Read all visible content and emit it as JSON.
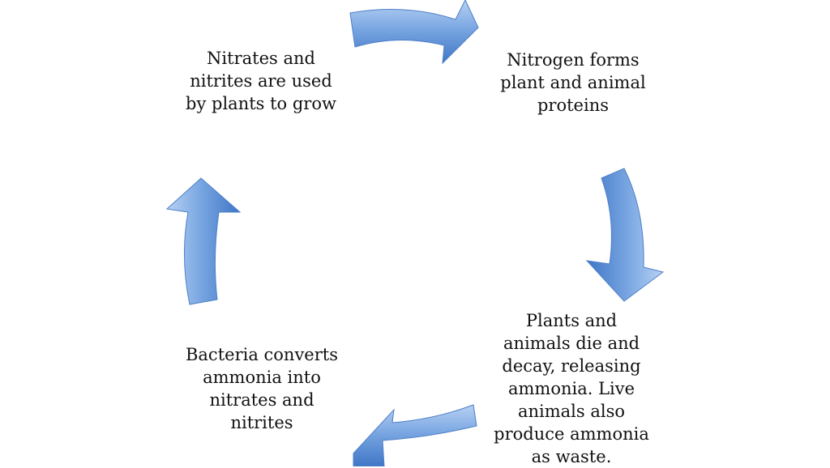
{
  "diagram": {
    "nodes": [
      {
        "id": "top-left",
        "text": "Nitrates and\nnitrites are used\nby plants to grow"
      },
      {
        "id": "top-right",
        "text": "Nitrogen forms\nplant and animal\nproteins"
      },
      {
        "id": "bottom-right",
        "text": "Plants and\nanimals die and\ndecay, releasing\nammonia. Live\nanimals also\nproduce ammonia\nas waste."
      },
      {
        "id": "bottom-left",
        "text": "Bacteria converts\nammonia into\nnitrates and\nnitrites"
      }
    ],
    "arrow_color": "#5b8fd6",
    "arrow_highlight": "#a9c8f2",
    "background": "#ffffff"
  }
}
